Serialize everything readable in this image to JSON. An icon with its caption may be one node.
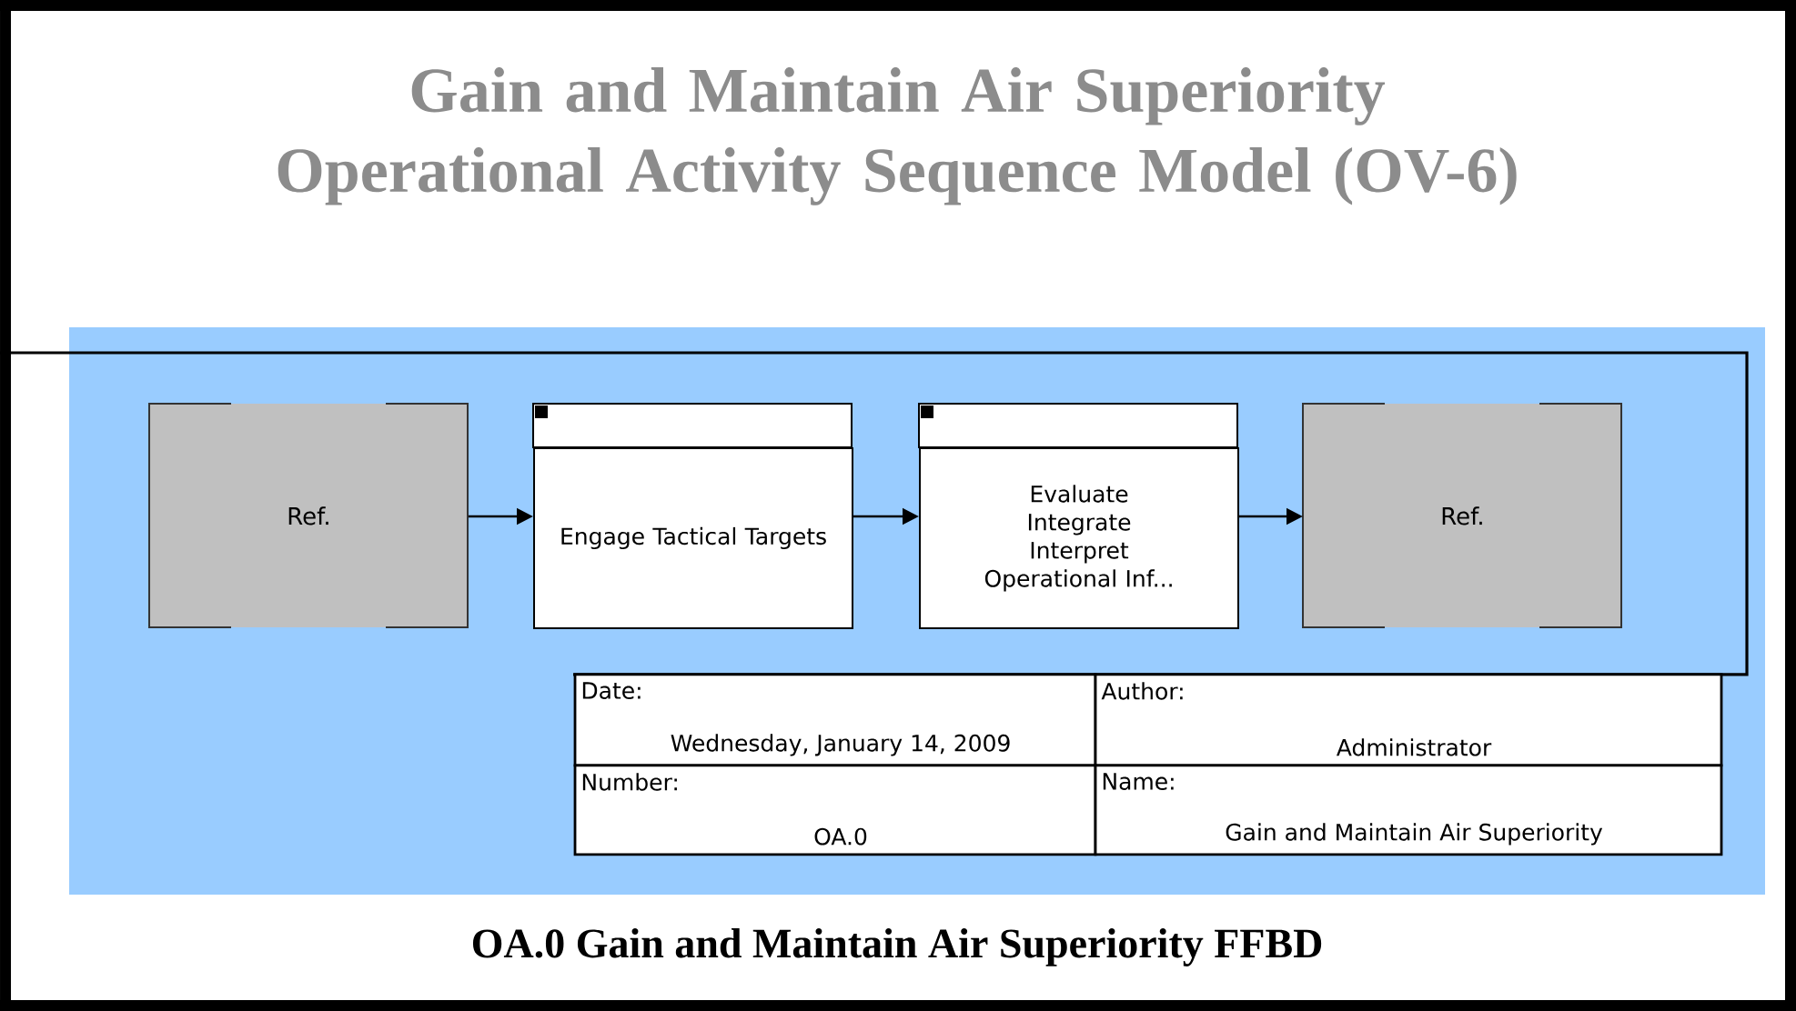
{
  "diagram": {
    "title": "Gain and Maintain Air Superiority Operational Activity Sequence Model (OV-6)",
    "caption": "OA.0  Gain and Maintain Air Superiority FFBD",
    "nodes": [
      {
        "text": [
          "Ref."
        ]
      },
      {
        "text": [
          "Engage Tactical Targets"
        ]
      },
      {
        "text": [
          "Evaluate Integrate Interpret Operational Inf..."
        ]
      },
      {
        "text": [
          "Ref."
        ]
      }
    ],
    "edges": [
      {
        "from": 0,
        "to": 1,
        "arrow": "to"
      },
      {
        "from": 1,
        "to": 2,
        "arrow": "to"
      },
      {
        "from": 2,
        "to": 3,
        "arrow": "to"
      }
    ],
    "labels": [
      "Date:",
      "Wednesday, January 14, 2009",
      "Author:",
      "Administrator",
      "Number:",
      "OA.0",
      "Name:",
      "Gain and Maintain Air Superiority"
    ]
  }
}
